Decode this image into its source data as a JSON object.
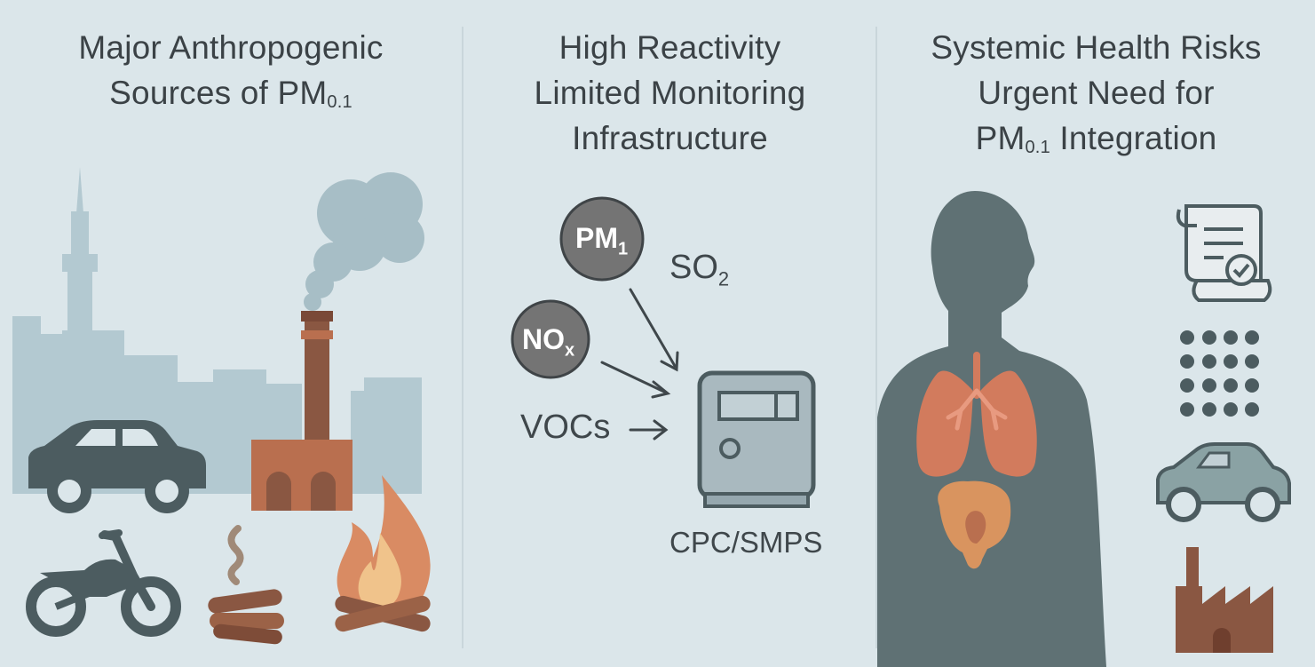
{
  "panels": {
    "sources": {
      "title_line1": "Major Anthropogenic",
      "title_line2_main": "Sources of PM",
      "title_line2_sub": "0.1"
    },
    "reactivity": {
      "title_line1": "High Reactivity",
      "title_line2": "Limited Monitoring",
      "title_line3": "Infrastructure",
      "pm1_main": "PM",
      "pm1_sub": "1",
      "nox_main": "NO",
      "nox_sub": "x",
      "so2_main": "SO",
      "so2_sub": "2",
      "vocs": "VOCs",
      "instrument": "CPC/SMPS"
    },
    "health": {
      "title_line1": "Systemic Health Risks",
      "title_line2": "Urgent Need for",
      "title_line3_main": "PM",
      "title_line3_sub": "0.1",
      "title_line3_rest": " Integration"
    }
  },
  "colors": {
    "background": "#dbe6ea",
    "skyline": "#b3c9d1",
    "dark_slate": "#4c5c60",
    "body_silhouette": "#5f7174",
    "chimney": "#8a5742",
    "factory": "#b96f4f",
    "flame_outer": "#d98b63",
    "flame_inner": "#f0c38b",
    "lungs": "#d27b5d",
    "brain": "#d9945f",
    "smoke": "#aac0c8",
    "sensor": "#a9b9bf",
    "circle_gray": "#747474"
  },
  "icons": [
    "city-skyline-icon",
    "smoke-cloud-icon",
    "factory-icon",
    "car-icon",
    "motorcycle-icon",
    "smoldering-wood-icon",
    "campfire-icon",
    "arrow-icon",
    "monitor-instrument-icon",
    "human-silhouette-icon",
    "lungs-icon",
    "brain-icon",
    "policy-document-icon",
    "sensor-grid-icon",
    "car-icon",
    "factory-icon"
  ]
}
